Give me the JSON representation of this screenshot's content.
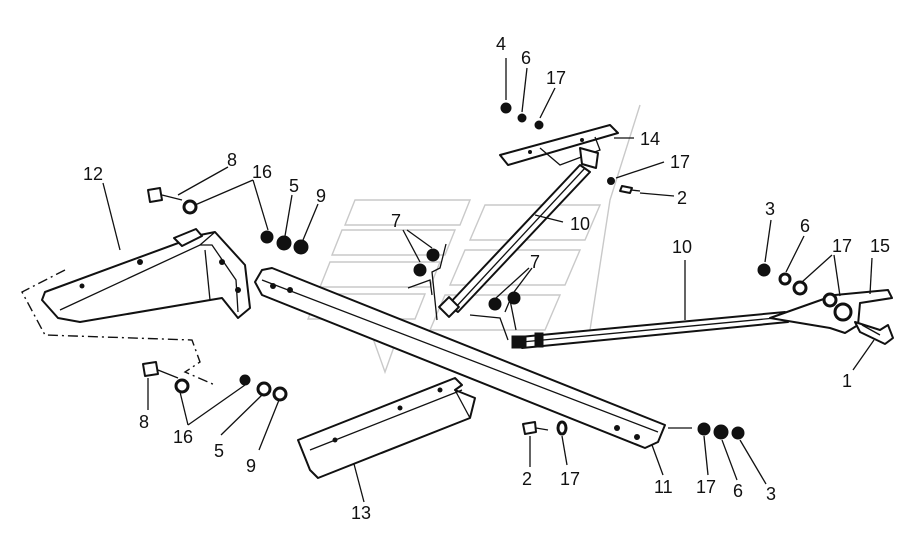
{
  "callouts": {
    "c_4": "4",
    "c_6_top": "6",
    "c_17_top": "17",
    "c_14": "14",
    "c_17_mid": "17",
    "c_2_top": "2",
    "c_10_center": "10",
    "c_12": "12",
    "c_8_top": "8",
    "c_16_top": "16",
    "c_5_top": "5",
    "c_9_top": "9",
    "c_7_left": "7",
    "c_7_right": "7",
    "c_3_right": "3",
    "c_6_right": "6",
    "c_17_right": "17",
    "c_15": "15",
    "c_10_right": "10",
    "c_1": "1",
    "c_8_bottom": "8",
    "c_16_bottom": "16",
    "c_5_bottom": "5",
    "c_9_bottom": "9",
    "c_13": "13",
    "c_2_bottom": "2",
    "c_17_bottom": "17",
    "c_11": "11",
    "c_17_br": "17",
    "c_6_br": "6",
    "c_3_br": "3"
  },
  "colors": {
    "ink": "#111111",
    "paper": "#ffffff",
    "watermark": "#c9c9c9"
  }
}
